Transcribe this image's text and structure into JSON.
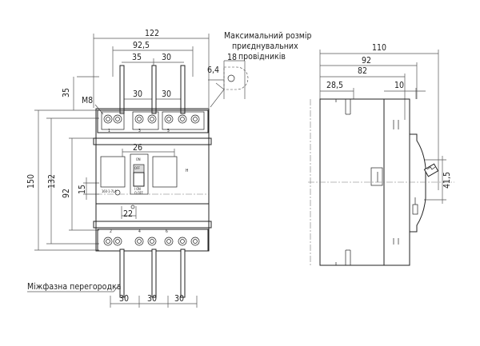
{
  "front_view": {
    "dims": {
      "overall_width": "122",
      "pole_span": "92,5",
      "pitch_top_left": "35",
      "pitch_top_right": "30",
      "terminal_height_left": "35",
      "screw": "M8",
      "pitch_mid_a": "30",
      "pitch_mid_b": "30",
      "handle_width": "26",
      "total_height": "150",
      "body_height": "132",
      "mount_height": "92",
      "handle_offset": "15",
      "mount_pitch": "22",
      "conductor_height": "18",
      "conductor_offset": "6,4",
      "pitch_bottom_a": "30",
      "pitch_bottom_b": "30",
      "pitch_bottom_c": "30"
    },
    "terminal_numbers_top": [
      "1",
      "3",
      "5"
    ],
    "terminal_numbers_bottom": [
      "2",
      "4",
      "6"
    ],
    "handle_marks": {
      "on": "ON",
      "off": "OFF",
      "i_on": "I ON",
      "o_off": "O OFF"
    },
    "side_mark": "Н",
    "rating_text": "160-1-7LA"
  },
  "side_view": {
    "dims": {
      "overall_depth": "110",
      "body_depth": "92",
      "cover_depth": "82",
      "front_offset": "28,5",
      "handle_depth": "10",
      "handle_height": "41,5"
    }
  },
  "annotations": {
    "conductor_note_line1": "Максимальний розмір",
    "conductor_note_line2": "приєднувальних",
    "conductor_note_line3": "провідників",
    "phase_barrier": "Міжфазна перегородка"
  }
}
